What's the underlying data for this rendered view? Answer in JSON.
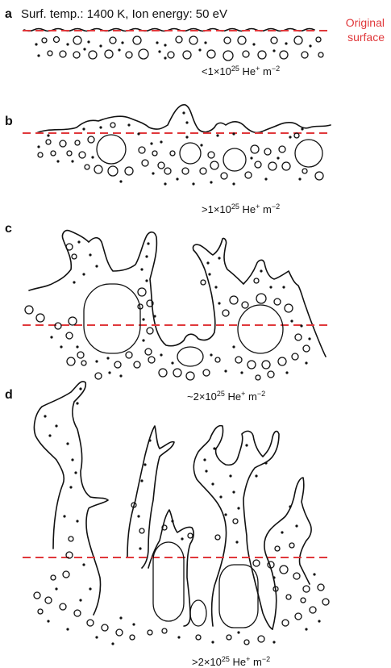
{
  "title": "Surf. temp.: 1400 K, Ion energy: 50 eV",
  "original_surface": [
    "Original",
    "surface"
  ],
  "colors": {
    "dashed_line": "#e0383b",
    "ink": "#111111"
  },
  "panels": [
    {
      "label": "a",
      "fluence_prefix": "<1×10",
      "fluence_exp": "25",
      "fluence_unit": " He",
      "fluence_ion": "+",
      "fluence_m": " m",
      "fluence_m_exp": "−2"
    },
    {
      "label": "b",
      "fluence_prefix": ">1×10",
      "fluence_exp": "25",
      "fluence_unit": " He",
      "fluence_ion": "+",
      "fluence_m": " m",
      "fluence_m_exp": "−2"
    },
    {
      "label": "c",
      "fluence_prefix": "~2×10",
      "fluence_exp": "25",
      "fluence_unit": " He",
      "fluence_ion": "+",
      "fluence_m": " m",
      "fluence_m_exp": "−2"
    },
    {
      "label": "d",
      "fluence_prefix": ">2×10",
      "fluence_exp": "25",
      "fluence_unit": " He",
      "fluence_ion": "+",
      "fluence_m": " m",
      "fluence_m_exp": "−2"
    }
  ]
}
